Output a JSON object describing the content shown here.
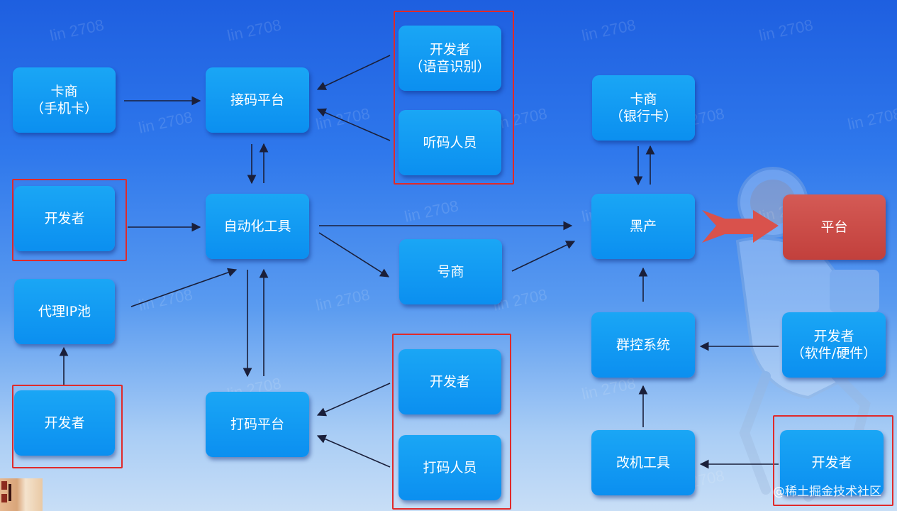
{
  "watermark": "lin 2708",
  "footer": "@稀土掘金技术社区",
  "colors": {
    "node": "#0b8ff0",
    "platform": "#c2403c",
    "highlight": "#e02a2a",
    "arrow": "#1a1f3a"
  },
  "nodes": {
    "card_phone": {
      "line1": "卡商",
      "line2": "（手机卡）"
    },
    "sms_platform": {
      "line1": "接码平台"
    },
    "dev_voice": {
      "line1": "开发者",
      "line2": "（语音识别）"
    },
    "listener": {
      "line1": "听码人员"
    },
    "card_bank": {
      "line1": "卡商",
      "line2": "（银行卡）"
    },
    "dev_left": {
      "line1": "开发者"
    },
    "auto_tool": {
      "line1": "自动化工具"
    },
    "black": {
      "line1": "黑产"
    },
    "platform": {
      "line1": "平台"
    },
    "account_dealer": {
      "line1": "号商"
    },
    "proxy_pool": {
      "line1": "代理IP池"
    },
    "group_control": {
      "line1": "群控系统"
    },
    "dev_hw": {
      "line1": "开发者",
      "line2": "（软件/硬件）"
    },
    "dev_bottom": {
      "line1": "开发者"
    },
    "captcha_platform": {
      "line1": "打码平台"
    },
    "dev_captcha": {
      "line1": "开发者"
    },
    "captcha_worker": {
      "line1": "打码人员"
    },
    "mod_tool": {
      "line1": "改机工具"
    },
    "dev_mod": {
      "line1": "开发者"
    }
  }
}
